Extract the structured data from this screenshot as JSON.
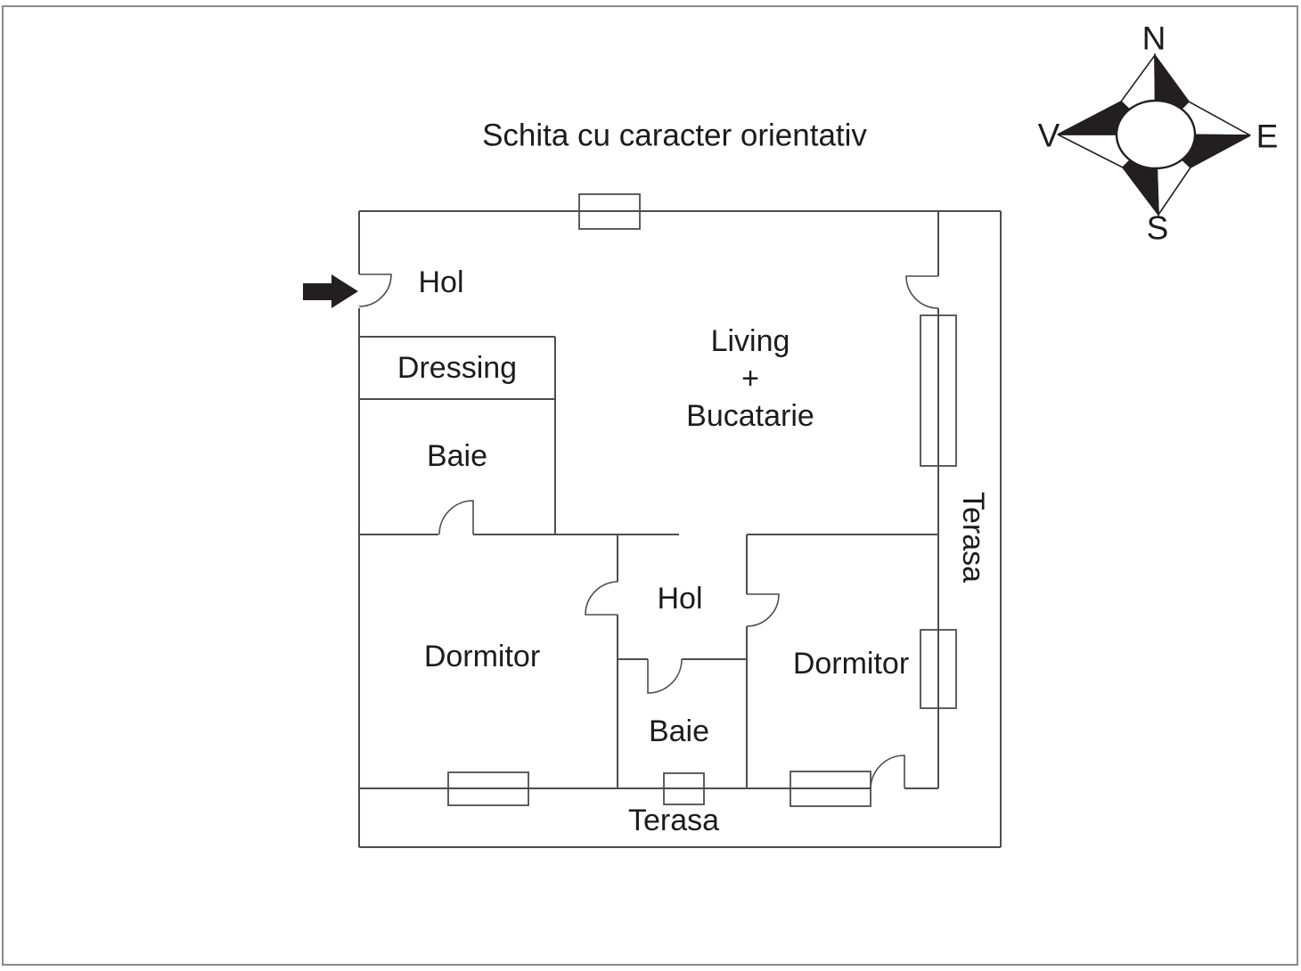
{
  "title": "Schita cu caracter orientativ",
  "compass": {
    "north": "N",
    "east": "E",
    "south": "S",
    "west": "V"
  },
  "rooms": {
    "hol_entry": "Hol",
    "dressing": "Dressing",
    "baie_left": "Baie",
    "living": {
      "line1": "Living",
      "line2": "+",
      "line3": "Bucatarie"
    },
    "hol_mid": "Hol",
    "dormitor_left": "Dormitor",
    "dormitor_right": "Dormitor",
    "baie_mid": "Baie",
    "terasa_bottom": "Terasa",
    "terasa_right": "Terasa"
  },
  "colors": {
    "wall_line": "#4d4d4d",
    "text": "#1c1c1c",
    "solid_black": "#231f20",
    "frame_border": "#8a8a8a",
    "background": "#ffffff"
  }
}
